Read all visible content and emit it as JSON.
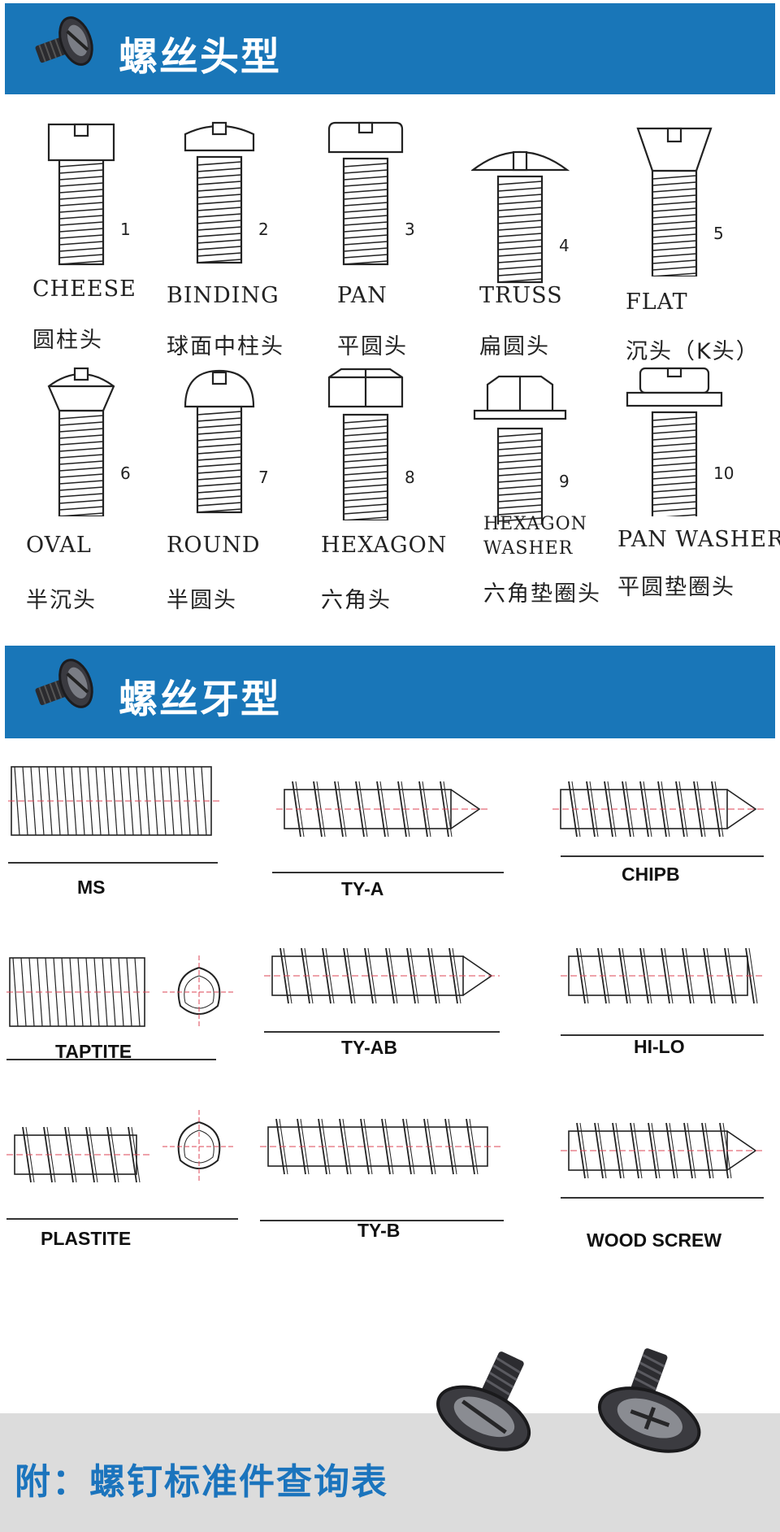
{
  "sections": {
    "head_types": {
      "title": "螺丝头型"
    },
    "thread_types": {
      "title": "螺丝牙型"
    }
  },
  "head_items": [
    {
      "num": "1",
      "en": "CHEESE",
      "zh": "圆柱头"
    },
    {
      "num": "2",
      "en": "BINDING",
      "zh": "球面中柱头"
    },
    {
      "num": "3",
      "en": "PAN",
      "zh": "平圆头"
    },
    {
      "num": "4",
      "en": "TRUSS",
      "zh": "扁圆头"
    },
    {
      "num": "5",
      "en": "FLAT",
      "zh": "沉头（K头）"
    },
    {
      "num": "6",
      "en": "OVAL",
      "zh": "半沉头"
    },
    {
      "num": "7",
      "en": "ROUND",
      "zh": "半圆头"
    },
    {
      "num": "8",
      "en": "HEXAGON",
      "zh": "六角头"
    },
    {
      "num": "9",
      "en": "HEXAGON\nWASHER",
      "zh": "六角垫圈头"
    },
    {
      "num": "10",
      "en": "PAN WASHER",
      "zh": "平圆垫圈头"
    }
  ],
  "thread_items": [
    {
      "label": "MS"
    },
    {
      "label": "TY-A"
    },
    {
      "label": "CHIPB"
    },
    {
      "label": "TAPTITE"
    },
    {
      "label": "TY-AB"
    },
    {
      "label": "HI-LO"
    },
    {
      "label": "PLASTITE"
    },
    {
      "label": "TY-B"
    },
    {
      "label": "WOOD SCREW"
    }
  ],
  "footer": {
    "text": "附：螺钉标准件查询表"
  },
  "colors": {
    "banner": "#1976b8",
    "footer_bg": "#dcdcdc",
    "footer_text": "#1b74bd"
  },
  "icons": [
    "screw-icon"
  ]
}
